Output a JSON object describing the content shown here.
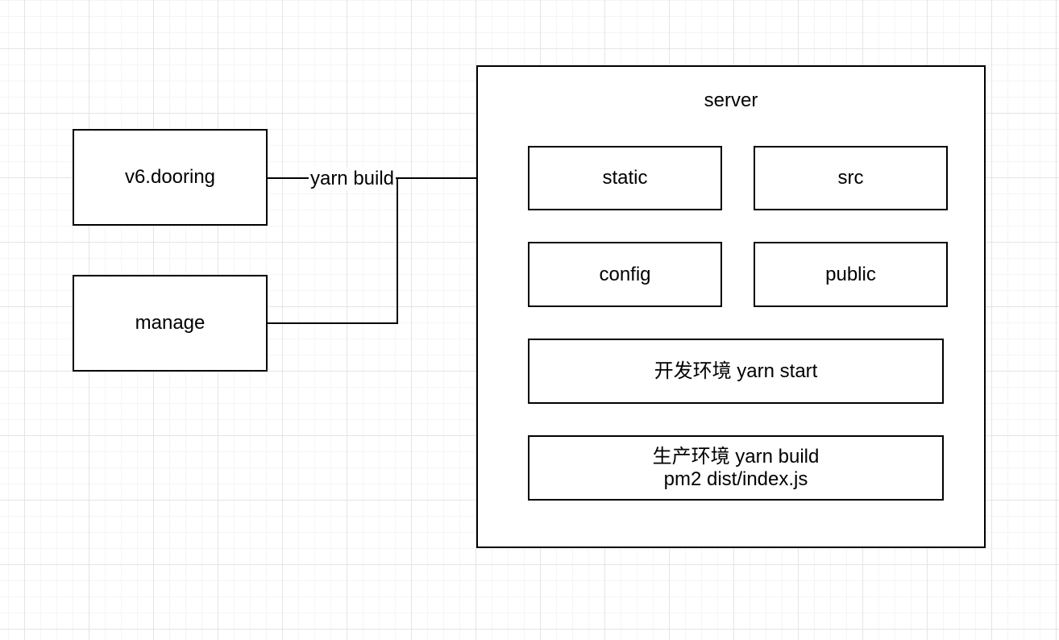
{
  "diagram": {
    "nodes": {
      "v6dooring": {
        "label": "v6.dooring"
      },
      "manage": {
        "label": "manage"
      },
      "server": {
        "label": "server"
      },
      "static_dir": {
        "label": "static"
      },
      "src_dir": {
        "label": "src"
      },
      "config_dir": {
        "label": "config"
      },
      "public_dir": {
        "label": "public"
      },
      "dev_env": {
        "label": "开发环境 yarn start"
      },
      "prod_env": {
        "line1": "生产环境 yarn build",
        "line2": "pm2 dist/index.js"
      }
    },
    "edges": {
      "yarn_build": {
        "label": "yarn build",
        "from": "v6.dooring",
        "to": "static"
      },
      "manage_join": {
        "from": "manage",
        "to": "yarn build edge"
      }
    },
    "style": {
      "stroke_color": "#000000",
      "node_fill": "#ffffff",
      "text_color": "#000000",
      "canvas_color": "#ffffff",
      "grid_minor_color": "#f5f5f5",
      "grid_major_color": "#e4e4e4"
    }
  }
}
